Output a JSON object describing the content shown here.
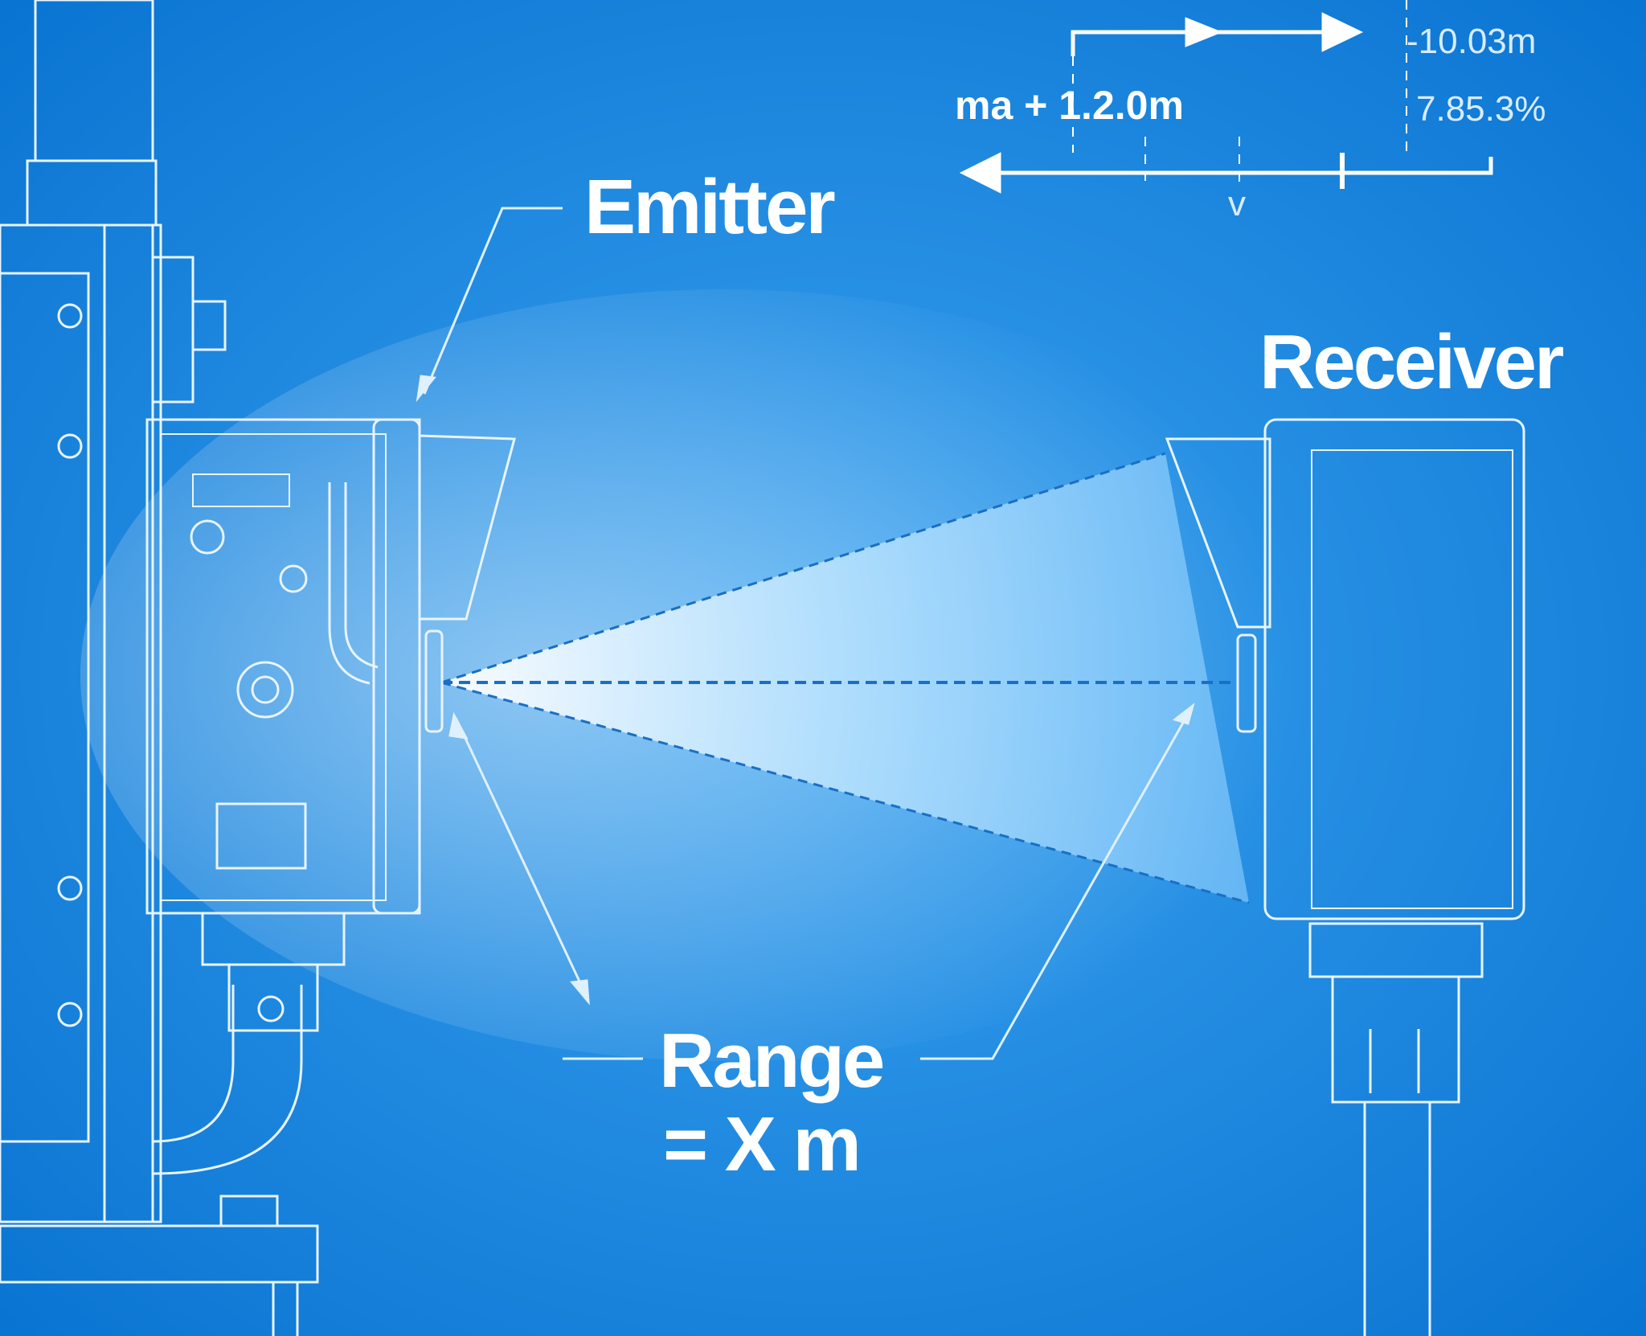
{
  "labels": {
    "emitter": "Emitter",
    "receiver": "Receiver",
    "range_line1": "Range",
    "range_line2": "= X m"
  },
  "dimensions": {
    "main": "ma + 1.2.0m",
    "top_right": "-10.03m",
    "percent": "7.85.3%",
    "marker": "v"
  },
  "colors": {
    "background": "#0b7bd8",
    "beam": "#e6f6ff",
    "line": "#e8f4ff"
  }
}
